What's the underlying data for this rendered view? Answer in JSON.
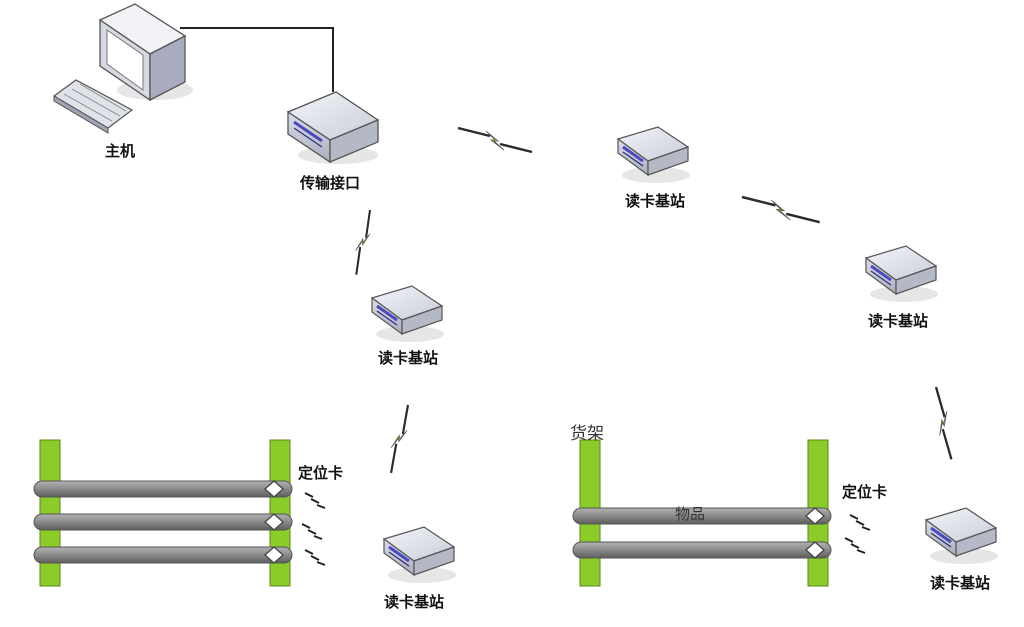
{
  "labels": {
    "host": "主机",
    "interface": "传输接口",
    "reader": "读卡基站",
    "tag": "定位卡",
    "shelf": "货架",
    "goods": "物品"
  },
  "colors": {
    "shelf_post": "#8ccc2a",
    "shelf_bar": "#8d8d8d",
    "lightning": "#e8e800",
    "device_body": "#e4e6ee",
    "device_accent": "#4a4ac0"
  },
  "icons": [
    "computer-icon",
    "keyboard-icon",
    "interface-box-icon",
    "reader-base-station-icon",
    "locator-card-icon",
    "wireless-signal-icon",
    "shelf-icon"
  ]
}
